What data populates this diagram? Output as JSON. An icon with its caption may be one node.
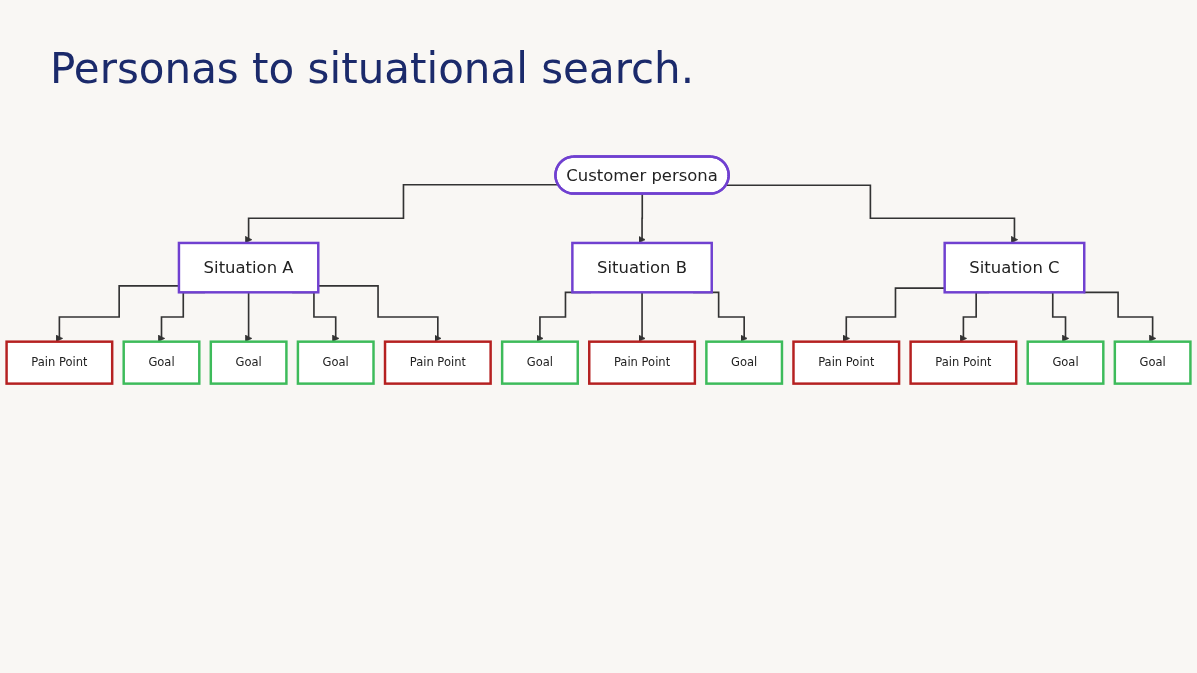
{
  "diagram": {
    "title": "Personas to situational search.",
    "nodes": [
      {
        "text": [
          "Customer persona"
        ]
      },
      {
        "text": [
          "Situation A"
        ]
      },
      {
        "text": [
          "Situation B"
        ]
      },
      {
        "text": [
          "Situation C"
        ]
      },
      {
        "text": [
          "Pain Point"
        ]
      },
      {
        "text": [
          "Goal"
        ]
      },
      {
        "text": [
          "Goal"
        ]
      },
      {
        "text": [
          "Goal"
        ]
      },
      {
        "text": [
          "Pain Point"
        ]
      },
      {
        "text": [
          "Goal"
        ]
      },
      {
        "text": [
          "Pain Point"
        ]
      },
      {
        "text": [
          "Goal"
        ]
      },
      {
        "text": [
          "Pain Point"
        ]
      },
      {
        "text": [
          "Pain Point"
        ]
      },
      {
        "text": [
          "Goal"
        ]
      },
      {
        "text": [
          "Goal"
        ]
      }
    ],
    "edges": [
      {
        "from": 0,
        "to": 1,
        "arrow": "to"
      },
      {
        "from": 0,
        "to": 2,
        "arrow": "to"
      },
      {
        "from": 0,
        "to": 3,
        "arrow": "to"
      },
      {
        "from": 1,
        "to": 4,
        "arrow": "to"
      },
      {
        "from": 1,
        "to": 5,
        "arrow": "to"
      },
      {
        "from": 1,
        "to": 6,
        "arrow": "to"
      },
      {
        "from": 1,
        "to": 7,
        "arrow": "to"
      },
      {
        "from": 1,
        "to": 8,
        "arrow": "to"
      },
      {
        "from": 2,
        "to": 9,
        "arrow": "to"
      },
      {
        "from": 2,
        "to": 10,
        "arrow": "to"
      },
      {
        "from": 2,
        "to": 11,
        "arrow": "to"
      },
      {
        "from": 3,
        "to": 12,
        "arrow": "to"
      },
      {
        "from": 3,
        "to": 13,
        "arrow": "to"
      },
      {
        "from": 3,
        "to": 14,
        "arrow": "to"
      },
      {
        "from": 3,
        "to": 15,
        "arrow": "to"
      }
    ]
  }
}
